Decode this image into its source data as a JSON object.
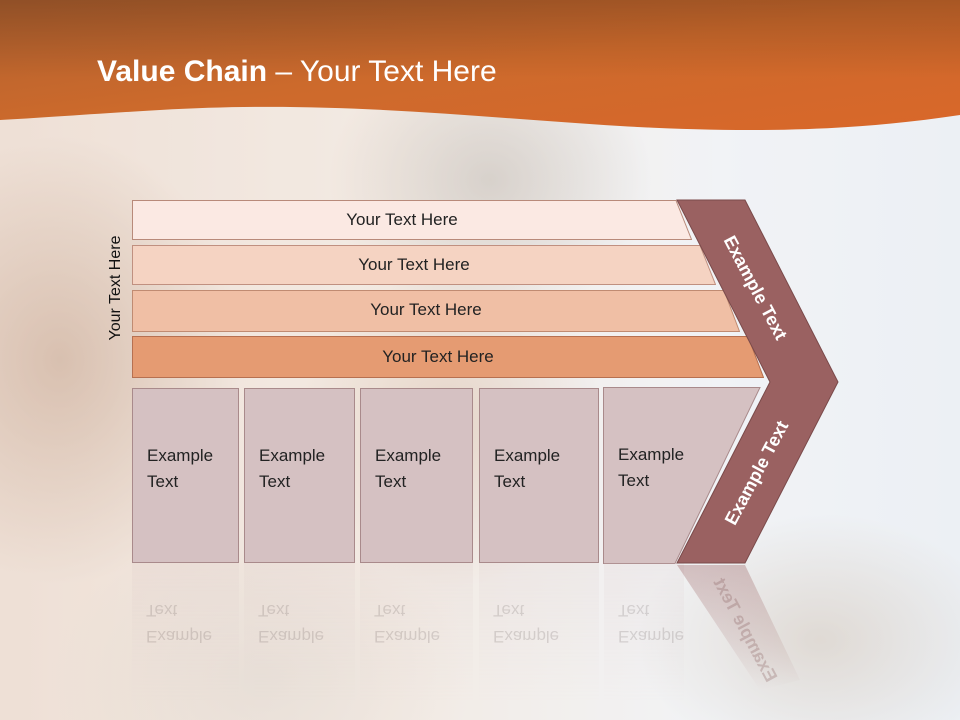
{
  "slide": {
    "title_bold": "Value Chain",
    "title_rest": " – Your Text Here"
  },
  "side_label": "Your Text Here",
  "bars": [
    {
      "label": "Your Text Here",
      "color": "#fbe9e3"
    },
    {
      "label": "Your Text Here",
      "color": "#f5d3c2"
    },
    {
      "label": "Your Text Here",
      "color": "#f0bfa5"
    },
    {
      "label": "Your Text Here",
      "color": "#e59b72"
    }
  ],
  "boxes": [
    {
      "line1": "Example",
      "line2": "Text"
    },
    {
      "line1": "Example",
      "line2": "Text"
    },
    {
      "line1": "Example",
      "line2": "Text"
    },
    {
      "line1": "Example",
      "line2": "Text"
    },
    {
      "line1": "Example",
      "line2": "Text"
    }
  ],
  "chevron": {
    "upper_label": "Example Text",
    "lower_label": "Example Text",
    "color": "#9a6161"
  },
  "colors": {
    "header_dark": "#8e4417",
    "header_light": "#e8732f",
    "box_fill": "#d5c1c2"
  }
}
